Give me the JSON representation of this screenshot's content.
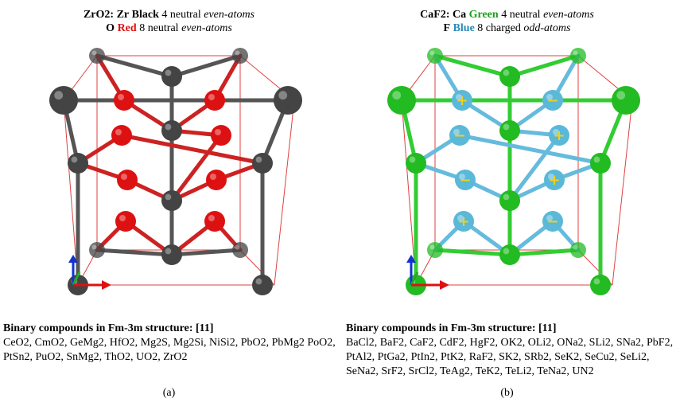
{
  "panel_a": {
    "title_line1": {
      "formula": "ZrO2:",
      "element": "Zr",
      "color_word": "Black",
      "count_text": "4 neutral",
      "italic_text": "even-atoms"
    },
    "title_line2": {
      "formula": "",
      "element": "O",
      "color_word": "Red",
      "count_text": "8 neutral",
      "italic_text": "even-atoms"
    },
    "compounds_heading": "Binary compounds in Fm-3m structure: [11]",
    "compounds_list": "CeO2, CmO2, GeMg2, HfO2, Mg2S, Mg2Si, NiSi2, PbO2, PbMg2 PoO2, PtSn2, PuO2, SnMg2, ThO2, UO2, ZrO2",
    "caption": "(a)",
    "colors": {
      "cation": "#444444",
      "anion": "#dd1111",
      "bond_cation": "#555555",
      "bond_anion": "#cc2222",
      "cell": "#e04040",
      "word_red": "#e01010"
    }
  },
  "panel_b": {
    "title_line1": {
      "formula": "CaF2:",
      "element": "Ca",
      "color_word": "Green",
      "count_text": "4 neutral",
      "italic_text": "even-atoms"
    },
    "title_line2": {
      "formula": "",
      "element": "F",
      "color_word": "Blue",
      "count_text": "8 charged",
      "italic_text": "odd-atoms"
    },
    "compounds_heading": "Binary compounds in Fm-3m structure: [11]",
    "compounds_list": "BaCl2, BaF2, CaF2, CdF2, HgF2, OK2, OLi2, ONa2, SLi2, SNa2, PbF2, PtAl2, PtGa2, PtIn2, PtK2, RaF2, SK2, SRb2, SeK2, SeCu2, SeLi2, SeNa2, SrF2, SrCl2, TeAg2, TeK2, TeLi2, TeNa2, UN2",
    "caption": "(b)",
    "charge_signs": [
      "+",
      "−",
      "−",
      "+",
      "−",
      "+",
      "+",
      "−"
    ],
    "colors": {
      "cation": "#22bb22",
      "anion": "#5ab8d8",
      "bond_cation": "#33cc33",
      "bond_anion": "#66bbdd",
      "cell": "#e04040",
      "word_green": "#1aa01a",
      "word_blue": "#2a8ab8",
      "sign": "#f0d020"
    }
  }
}
